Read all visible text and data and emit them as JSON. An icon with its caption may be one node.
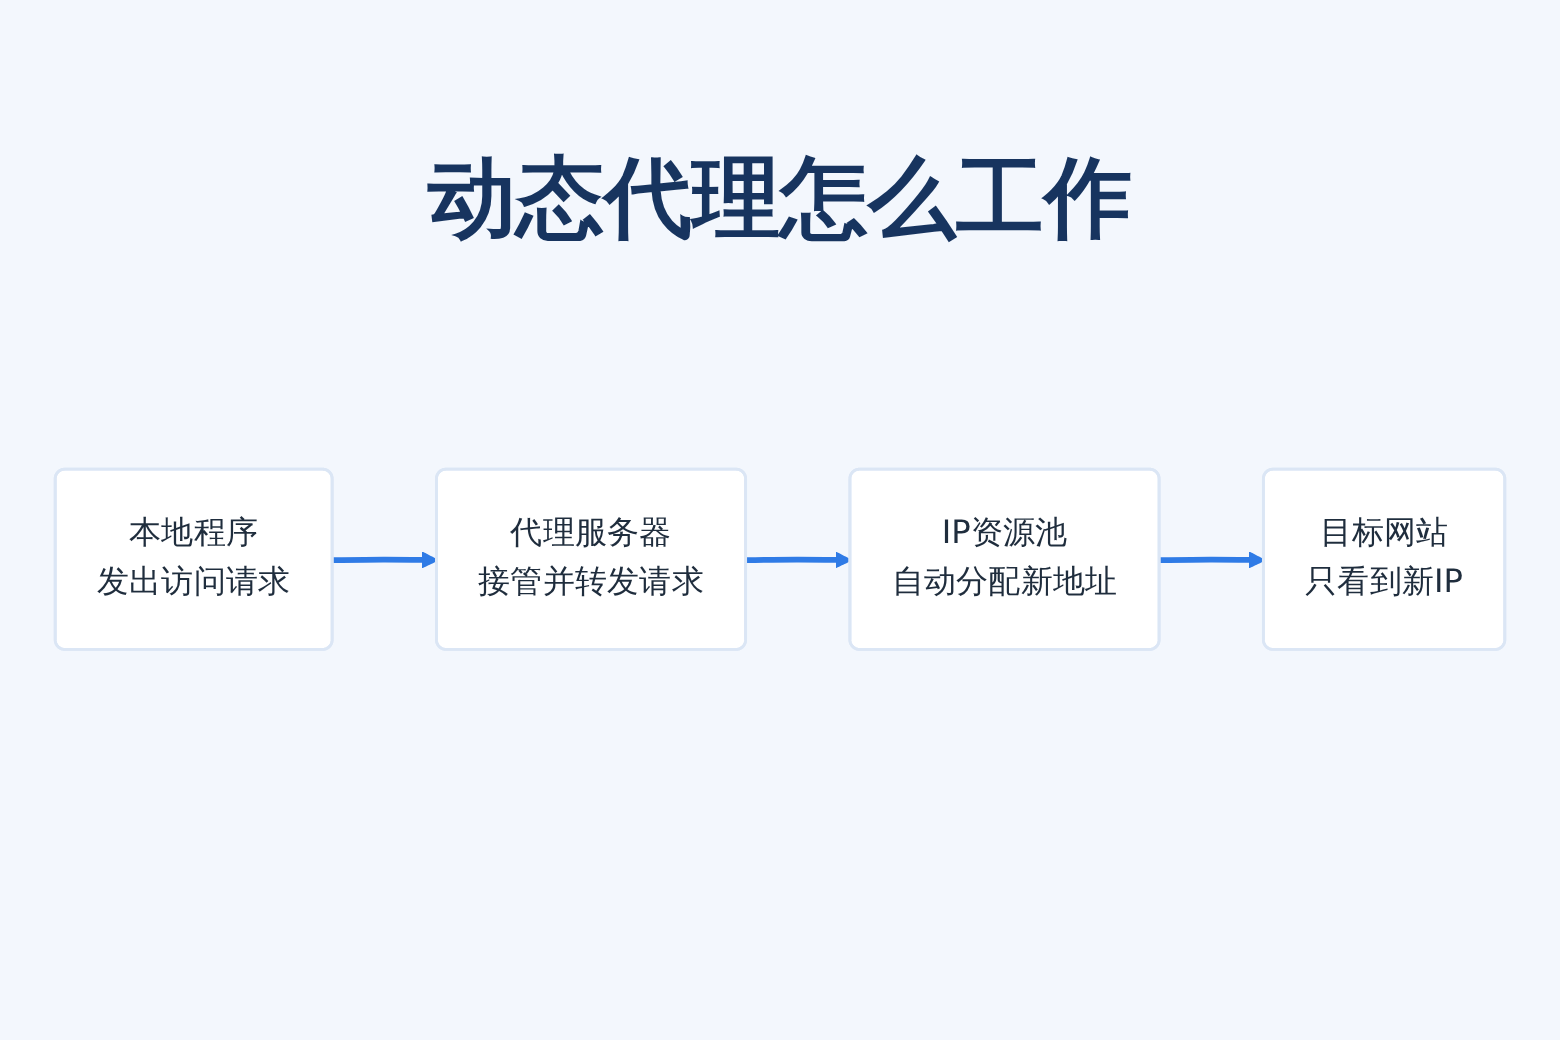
{
  "diagram": {
    "title": "动态代理怎么工作",
    "nodes": [
      {
        "text": [
          "本地程序",
          "发出访问请求"
        ]
      },
      {
        "text": [
          "代理服务器",
          "接管并转发请求"
        ]
      },
      {
        "text": [
          "IP资源池",
          "自动分配新地址"
        ]
      },
      {
        "text": [
          "目标网站",
          "只看到新IP"
        ]
      }
    ],
    "edges": [
      {
        "from": 0,
        "to": 1,
        "arrow": "to"
      },
      {
        "from": 1,
        "to": 2,
        "arrow": "to"
      },
      {
        "from": 2,
        "to": 3,
        "arrow": "to"
      }
    ]
  }
}
